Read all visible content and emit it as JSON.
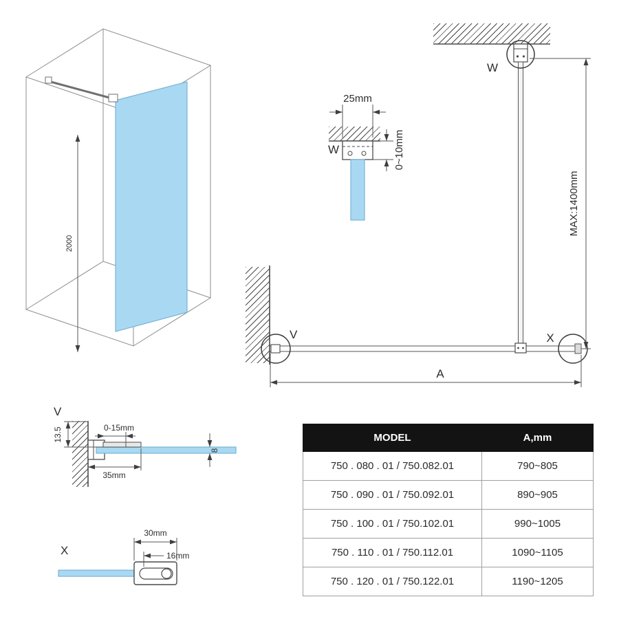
{
  "iso_view": {
    "height_dim": "2000"
  },
  "detail_w": {
    "label": "W",
    "width_dim": "25mm",
    "gap_dim": "0~10mm"
  },
  "elevation": {
    "bracket_label": "W",
    "wall_detail_label": "V",
    "end_detail_label": "X",
    "width_dim_label": "A",
    "max_height_dim": "MAX:1400mm"
  },
  "detail_v": {
    "label": "V",
    "wall_offset_dim": "13.5",
    "adjust_range_dim": "0-15mm",
    "profile_depth_dim": "35mm",
    "glass_thickness_dim": "8"
  },
  "detail_x": {
    "label": "X",
    "profile_width_dim": "30mm",
    "slot_depth_dim": "16mm"
  },
  "table": {
    "headers": [
      "MODEL",
      "A,mm"
    ],
    "rows": [
      [
        "750 . 080 . 01 / 750.082.01",
        "790~805"
      ],
      [
        "750 . 090 . 01 / 750.092.01",
        "890~905"
      ],
      [
        "750 . 100 . 01 / 750.102.01",
        "990~1005"
      ],
      [
        "750 . 110 . 01 / 750.112.01",
        "1090~1105"
      ],
      [
        "750 . 120 . 01 / 750.122.01",
        "1190~1205"
      ]
    ]
  },
  "colors": {
    "glass": "#a9d9f2",
    "glass_edge": "#77b3d4",
    "line": "#4a4a4a",
    "table_header_bg": "#131313"
  }
}
